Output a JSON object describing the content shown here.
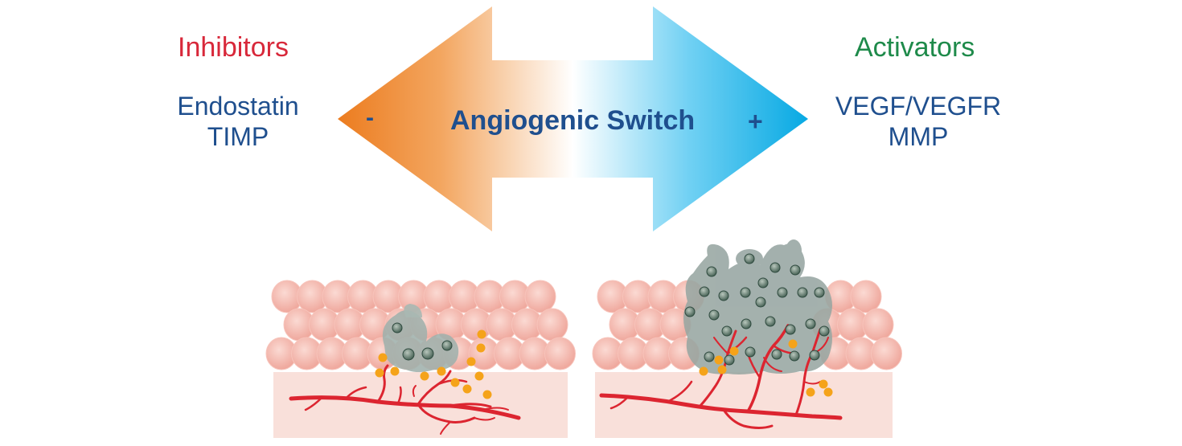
{
  "left_panel": {
    "header": "Inhibitors",
    "items": [
      "Endostatin",
      "TIMP"
    ]
  },
  "right_panel": {
    "header": "Activators",
    "items": [
      "VEGF/VEGFR",
      "MMP"
    ]
  },
  "arrow": {
    "label": "Angiogenic Switch",
    "minus_sign": "-",
    "plus_sign": "+"
  },
  "colors": {
    "inhibitor_text": "#d8283a",
    "activator_text": "#1e8a4a",
    "item_text": "#1f4f8e",
    "arrow_left": "#ec7c1f",
    "arrow_right": "#12aee6",
    "tissue_cell": "#f4b7ad",
    "tumor_cell": "#9aa8a5",
    "vessel": "#dc2530",
    "growth_factor": "#f5a31a"
  }
}
